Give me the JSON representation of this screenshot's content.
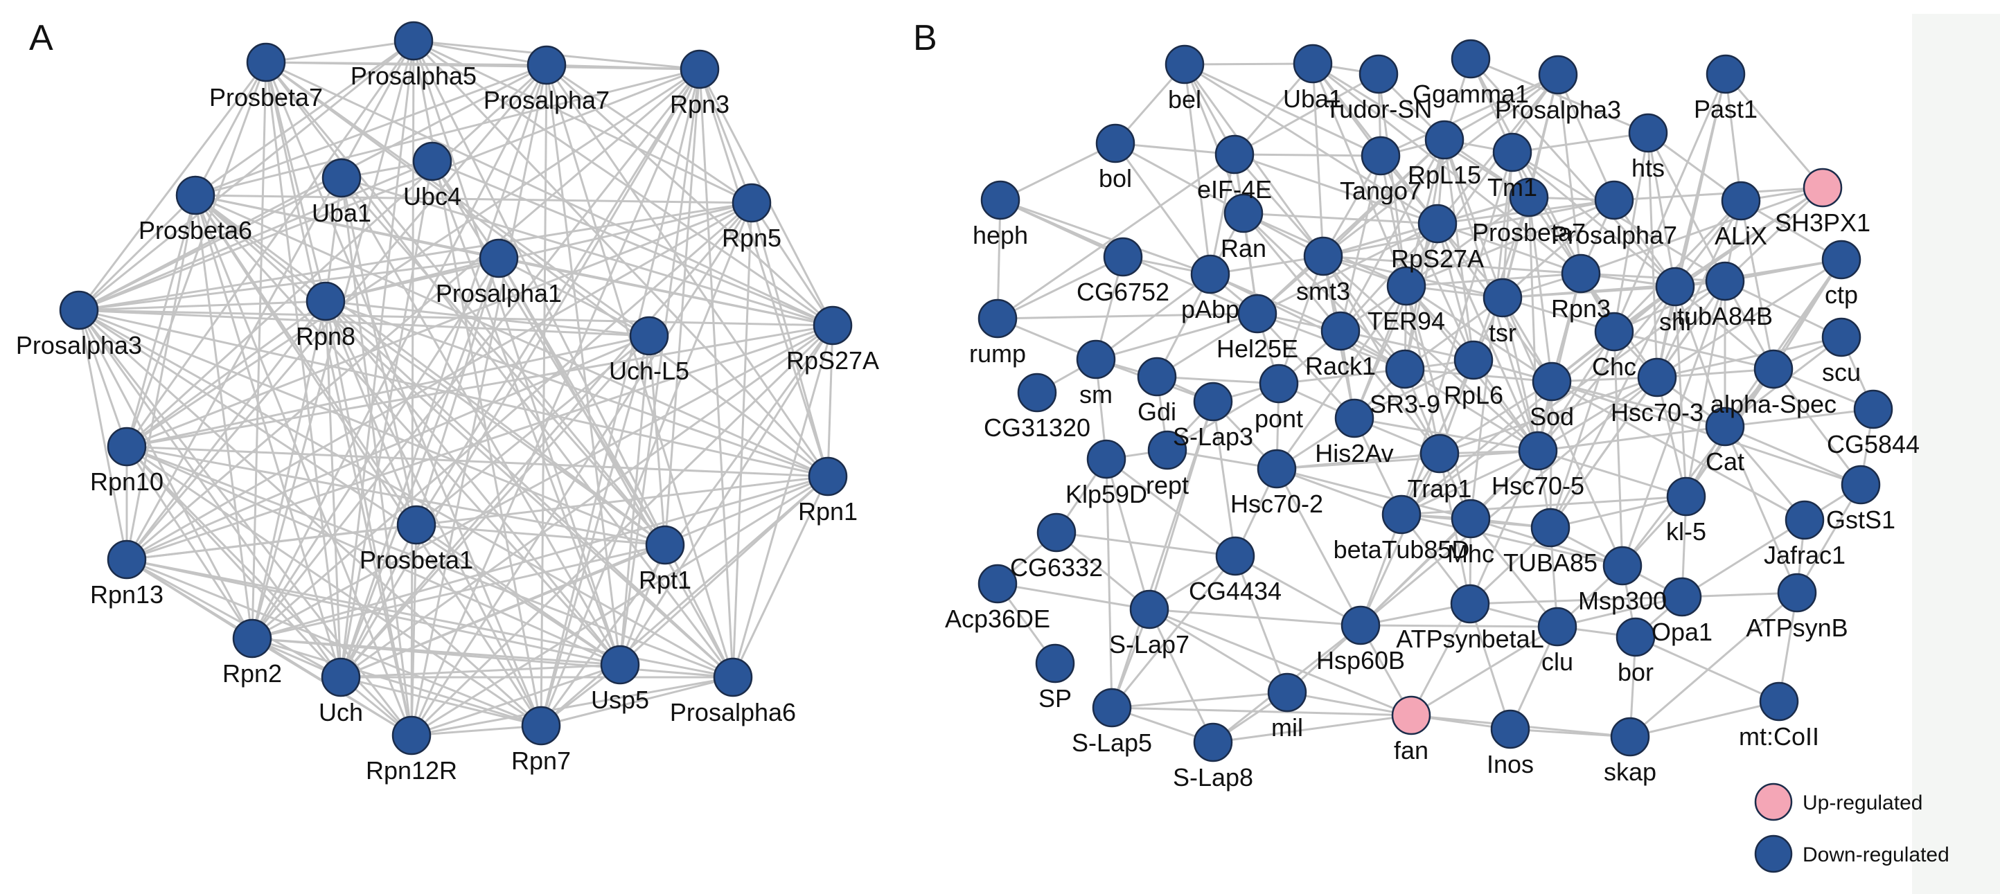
{
  "colors": {
    "down": "#2a5597",
    "up": "#f4a6b6",
    "edge": "#c4c4c4"
  },
  "legend": {
    "up_label": "Up-regulated",
    "down_label": "Down-regulated"
  },
  "panels": [
    {
      "letter": "A",
      "nodes": [
        {
          "id": "Prosbeta7",
          "label": "Prosbeta7",
          "reg": "down"
        },
        {
          "id": "Prosalpha5",
          "label": "Prosalpha5",
          "reg": "down"
        },
        {
          "id": "Prosalpha7",
          "label": "Prosalpha7",
          "reg": "down"
        },
        {
          "id": "Rpn3",
          "label": "Rpn3",
          "reg": "down"
        },
        {
          "id": "Uba1",
          "label": "Uba1",
          "reg": "down"
        },
        {
          "id": "Ubc4",
          "label": "Ubc4",
          "reg": "down"
        },
        {
          "id": "Prosbeta6",
          "label": "Prosbeta6",
          "reg": "down"
        },
        {
          "id": "Rpn5",
          "label": "Rpn5",
          "reg": "down"
        },
        {
          "id": "Prosalpha1",
          "label": "Prosalpha1",
          "reg": "down"
        },
        {
          "id": "Prosalpha3",
          "label": "Prosalpha3",
          "reg": "down"
        },
        {
          "id": "Rpn8",
          "label": "Rpn8",
          "reg": "down"
        },
        {
          "id": "RpS27A",
          "label": "RpS27A",
          "reg": "down"
        },
        {
          "id": "UchL5",
          "label": "Uch-L5",
          "reg": "down"
        },
        {
          "id": "Rpn10",
          "label": "Rpn10",
          "reg": "down"
        },
        {
          "id": "Rpn1",
          "label": "Rpn1",
          "reg": "down"
        },
        {
          "id": "Prosbeta1",
          "label": "Prosbeta1",
          "reg": "down"
        },
        {
          "id": "Rpt1",
          "label": "Rpt1",
          "reg": "down"
        },
        {
          "id": "Rpn13",
          "label": "Rpn13",
          "reg": "down"
        },
        {
          "id": "Rpn2",
          "label": "Rpn2",
          "reg": "down"
        },
        {
          "id": "Uch",
          "label": "Uch",
          "reg": "down"
        },
        {
          "id": "Usp5",
          "label": "Usp5",
          "reg": "down"
        },
        {
          "id": "Prosalpha6",
          "label": "Prosalpha6",
          "reg": "down"
        },
        {
          "id": "Rpn12R",
          "label": "Rpn12R",
          "reg": "down"
        },
        {
          "id": "Rpn7",
          "label": "Rpn7",
          "reg": "down"
        }
      ]
    },
    {
      "letter": "B",
      "nodes": [
        {
          "id": "bel",
          "label": "bel",
          "reg": "down"
        },
        {
          "id": "Uba1",
          "label": "Uba1",
          "reg": "down"
        },
        {
          "id": "TudorSN",
          "label": "Tudor-SN",
          "reg": "down"
        },
        {
          "id": "Ggamma1",
          "label": "Ggamma1",
          "reg": "down"
        },
        {
          "id": "Prosalpha3",
          "label": "Prosalpha3",
          "reg": "down"
        },
        {
          "id": "Past1",
          "label": "Past1",
          "reg": "down"
        },
        {
          "id": "bol",
          "label": "bol",
          "reg": "down"
        },
        {
          "id": "eIF4E",
          "label": "eIF-4E",
          "reg": "down"
        },
        {
          "id": "Tango7",
          "label": "Tango7",
          "reg": "down"
        },
        {
          "id": "RpL15",
          "label": "RpL15",
          "reg": "down"
        },
        {
          "id": "Tm1",
          "label": "Tm1",
          "reg": "down"
        },
        {
          "id": "hts",
          "label": "hts",
          "reg": "down"
        },
        {
          "id": "SH3PX1",
          "label": "SH3PX1",
          "reg": "up"
        },
        {
          "id": "heph",
          "label": "heph",
          "reg": "down"
        },
        {
          "id": "Ran",
          "label": "Ran",
          "reg": "down"
        },
        {
          "id": "Prosbeta7",
          "label": "Prosbeta7",
          "reg": "down"
        },
        {
          "id": "Prosalpha7",
          "label": "Prosalpha7",
          "reg": "down"
        },
        {
          "id": "ALiX",
          "label": "ALiX",
          "reg": "down"
        },
        {
          "id": "RpS27A",
          "label": "RpS27A",
          "reg": "down"
        },
        {
          "id": "CG6752",
          "label": "CG6752",
          "reg": "down"
        },
        {
          "id": "pAbp",
          "label": "pAbp",
          "reg": "down"
        },
        {
          "id": "smt3",
          "label": "smt3",
          "reg": "down"
        },
        {
          "id": "ctp",
          "label": "ctp",
          "reg": "down"
        },
        {
          "id": "TER94",
          "label": "TER94",
          "reg": "down"
        },
        {
          "id": "tsr",
          "label": "tsr",
          "reg": "down"
        },
        {
          "id": "Rpn3",
          "label": "Rpn3",
          "reg": "down"
        },
        {
          "id": "shi",
          "label": "shi",
          "reg": "down"
        },
        {
          "id": "tubA84B",
          "label": "tubA84B",
          "reg": "down"
        },
        {
          "id": "rump",
          "label": "rump",
          "reg": "down"
        },
        {
          "id": "Hel25E",
          "label": "Hel25E",
          "reg": "down"
        },
        {
          "id": "Rack1",
          "label": "Rack1",
          "reg": "down"
        },
        {
          "id": "Chc",
          "label": "Chc",
          "reg": "down"
        },
        {
          "id": "scu",
          "label": "scu",
          "reg": "down"
        },
        {
          "id": "sm",
          "label": "sm",
          "reg": "down"
        },
        {
          "id": "Gdi",
          "label": "Gdi",
          "reg": "down"
        },
        {
          "id": "pont",
          "label": "pont",
          "reg": "down"
        },
        {
          "id": "SR39",
          "label": "SR3-9",
          "reg": "down"
        },
        {
          "id": "RpL6",
          "label": "RpL6",
          "reg": "down"
        },
        {
          "id": "Sod",
          "label": "Sod",
          "reg": "down"
        },
        {
          "id": "Hsc703",
          "label": "Hsc70-3",
          "reg": "down"
        },
        {
          "id": "alphaSpec",
          "label": "alpha-Spec",
          "reg": "down"
        },
        {
          "id": "CG31320",
          "label": "CG31320",
          "reg": "down"
        },
        {
          "id": "SLap3",
          "label": "S-Lap3",
          "reg": "down"
        },
        {
          "id": "CG5844",
          "label": "CG5844",
          "reg": "down"
        },
        {
          "id": "His2Av",
          "label": "His2Av",
          "reg": "down"
        },
        {
          "id": "Cat",
          "label": "Cat",
          "reg": "down"
        },
        {
          "id": "rept",
          "label": "rept",
          "reg": "down"
        },
        {
          "id": "Klp59D",
          "label": "Klp59D",
          "reg": "down"
        },
        {
          "id": "Trap1",
          "label": "Trap1",
          "reg": "down"
        },
        {
          "id": "Hsc705",
          "label": "Hsc70-5",
          "reg": "down"
        },
        {
          "id": "Hsc702",
          "label": "Hsc70-2",
          "reg": "down"
        },
        {
          "id": "GstS1",
          "label": "GstS1",
          "reg": "down"
        },
        {
          "id": "kl5",
          "label": "kl-5",
          "reg": "down"
        },
        {
          "id": "betaTub85D",
          "label": "betaTub85D",
          "reg": "down"
        },
        {
          "id": "Mhc",
          "label": "Mhc",
          "reg": "down"
        },
        {
          "id": "TUBA85",
          "label": "TUBA85",
          "reg": "down"
        },
        {
          "id": "Jafrac1",
          "label": "Jafrac1",
          "reg": "down"
        },
        {
          "id": "CG6332",
          "label": "CG6332",
          "reg": "down"
        },
        {
          "id": "CG4434",
          "label": "CG4434",
          "reg": "down"
        },
        {
          "id": "Msp300",
          "label": "Msp300",
          "reg": "down"
        },
        {
          "id": "Acp36DE",
          "label": "Acp36DE",
          "reg": "down"
        },
        {
          "id": "SLap7",
          "label": "S-Lap7",
          "reg": "down"
        },
        {
          "id": "ATPsynbetaL",
          "label": "ATPsynbetaL",
          "reg": "down"
        },
        {
          "id": "Opa1",
          "label": "Opa1",
          "reg": "down"
        },
        {
          "id": "ATPsynB",
          "label": "ATPsynB",
          "reg": "down"
        },
        {
          "id": "Hsp60B",
          "label": "Hsp60B",
          "reg": "down"
        },
        {
          "id": "clu",
          "label": "clu",
          "reg": "down"
        },
        {
          "id": "bor",
          "label": "bor",
          "reg": "down"
        },
        {
          "id": "SP",
          "label": "SP",
          "reg": "down"
        },
        {
          "id": "mil",
          "label": "mil",
          "reg": "down"
        },
        {
          "id": "SLap5",
          "label": "S-Lap5",
          "reg": "down"
        },
        {
          "id": "fan",
          "label": "fan",
          "reg": "up"
        },
        {
          "id": "mtCoII",
          "label": "mt:CoII",
          "reg": "down"
        },
        {
          "id": "SLap8",
          "label": "S-Lap8",
          "reg": "down"
        },
        {
          "id": "Inos",
          "label": "Inos",
          "reg": "down"
        },
        {
          "id": "skap",
          "label": "skap",
          "reg": "down"
        }
      ]
    }
  ]
}
